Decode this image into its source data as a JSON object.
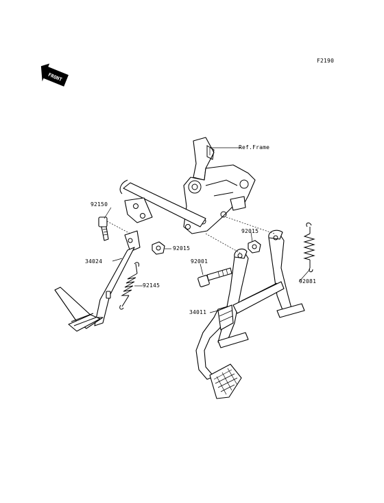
{
  "figure_code": "F2190",
  "front_badge": "FRONT",
  "labels": {
    "ref_frame": "Ref.Frame",
    "p92150": "92150",
    "p92015_left": "92015",
    "p34024": "34024",
    "p92145": "92145",
    "p92015_right": "92015",
    "p92001": "92001",
    "p92081": "92081",
    "p34011": "34011"
  }
}
